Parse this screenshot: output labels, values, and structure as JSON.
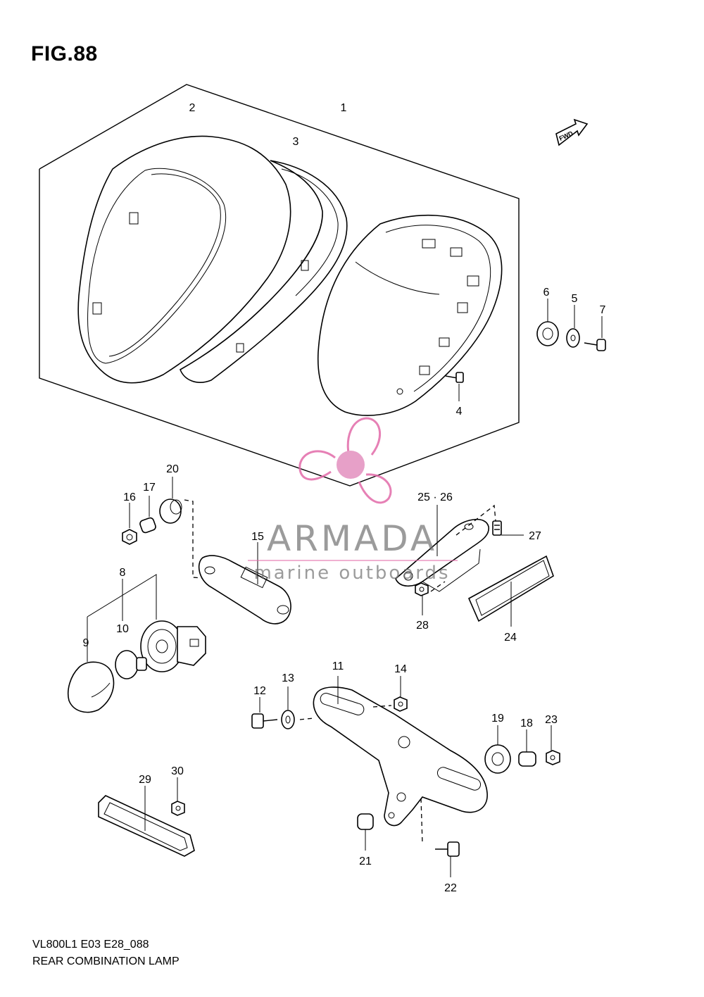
{
  "figure": {
    "title": "FIG.88"
  },
  "footer": {
    "code": "VL800L1 E03 E28_088",
    "description": "REAR COMBINATION LAMP"
  },
  "watermark": {
    "brand": "ARMADA",
    "tagline": "marine outboards",
    "logo": "propeller-logo",
    "color": "#e26aa8"
  },
  "direction_marker": "FWD",
  "callouts": [
    "1",
    "2",
    "3",
    "4",
    "5",
    "6",
    "7",
    "8",
    "9",
    "10",
    "11",
    "12",
    "13",
    "14",
    "15",
    "16",
    "17",
    "18",
    "19",
    "20",
    "21",
    "22",
    "23",
    "24",
    "25 · 26",
    "27",
    "28",
    "29",
    "30"
  ]
}
